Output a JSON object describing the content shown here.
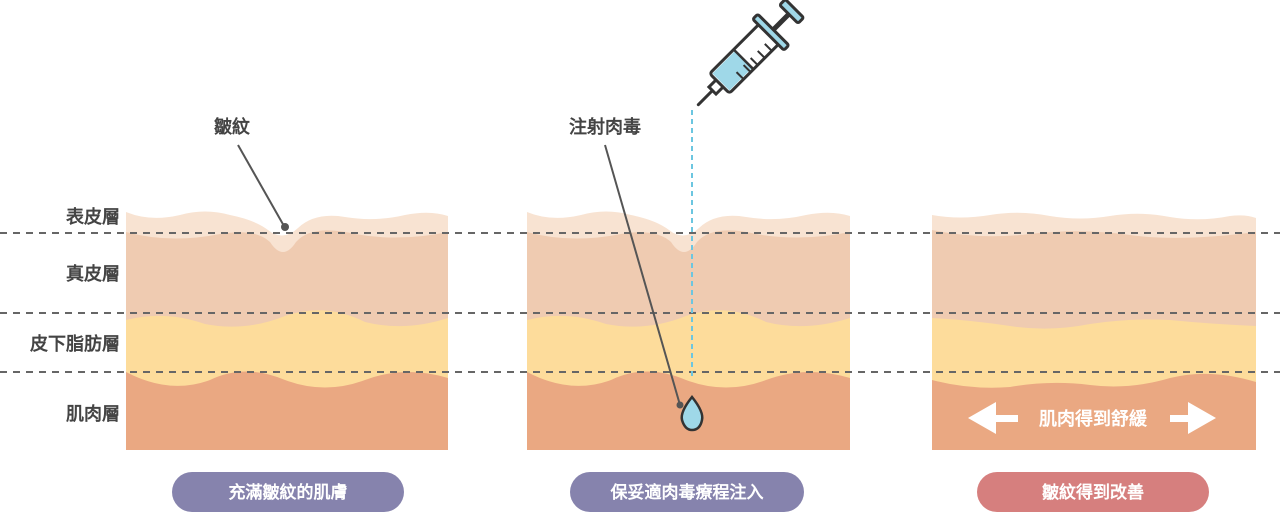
{
  "layer_labels": {
    "epidermis": "表皮層",
    "dermis": "真皮層",
    "subcutaneous": "皮下脂肪層",
    "muscle": "肌肉層"
  },
  "callouts": {
    "wrinkle": "皺紋",
    "injection": "注射肉毒",
    "muscle_relax": "肌肉得到舒緩"
  },
  "captions": [
    {
      "text": "充滿皺紋的肌膚",
      "color": "#8683ad"
    },
    {
      "text": "保妥適肉毒療程注入",
      "color": "#8683ad"
    },
    {
      "text": "皺紋得到改善",
      "color": "#d67f7e"
    }
  ],
  "colors": {
    "epidermis": "#f8e3d2",
    "dermis": "#efcbb1",
    "fat": "#fddc9b",
    "muscle": "#eaa882",
    "liquid": "#9fd8e8",
    "outline": "#555555",
    "guide_line": "#666666"
  },
  "icons": [
    "syringe-icon",
    "drop-icon",
    "left-arrow-icon",
    "right-arrow-icon"
  ]
}
